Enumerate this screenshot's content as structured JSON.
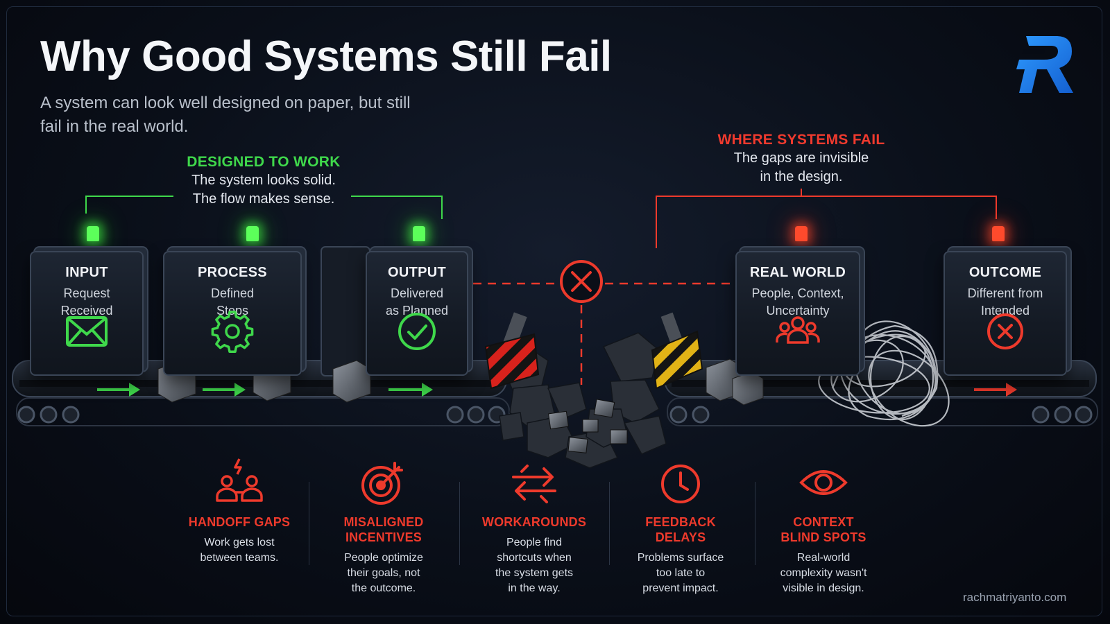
{
  "title": "Why Good Systems Still Fail",
  "subtitle": "A system can look well designed on paper, but still fail in the real world.",
  "callouts": {
    "designed": {
      "heading": "DESIGNED TO WORK",
      "line1": "The system looks solid.",
      "line2": "The flow makes sense."
    },
    "fail": {
      "heading": "WHERE SYSTEMS FAIL",
      "line1": "The gaps are invisible",
      "line2": "in the design."
    }
  },
  "nodes": {
    "input": {
      "heading": "INPUT",
      "line1": "Request",
      "line2": "Received",
      "icon": "envelope-icon",
      "status": "green"
    },
    "process": {
      "heading": "PROCESS",
      "line1": "Defined",
      "line2": "Steps",
      "icon": "gear-icon",
      "status": "green"
    },
    "output": {
      "heading": "OUTPUT",
      "line1": "Delivered",
      "line2": "as Planned",
      "icon": "check-circle-icon",
      "status": "green"
    },
    "real_world": {
      "heading": "REAL WORLD",
      "line1": "People, Context,",
      "line2": "Uncertainty",
      "icon": "people-icon",
      "status": "red"
    },
    "outcome": {
      "heading": "OUTCOME",
      "line1": "Different from",
      "line2": "Intended",
      "icon": "x-circle-icon",
      "status": "red"
    }
  },
  "factors": [
    {
      "heading1": "HANDOFF GAPS",
      "heading2": "",
      "desc1": "Work gets lost",
      "desc2": "between teams.",
      "desc3": "",
      "icon": "handoff-icon"
    },
    {
      "heading1": "MISALIGNED",
      "heading2": "INCENTIVES",
      "desc1": "People optimize",
      "desc2": "their goals, not",
      "desc3": "the outcome.",
      "icon": "target-icon"
    },
    {
      "heading1": "WORKAROUNDS",
      "heading2": "",
      "desc1": "People find",
      "desc2": "shortcuts when",
      "desc3": "the system gets",
      "desc4": "in the way.",
      "icon": "arrows-exchange-icon"
    },
    {
      "heading1": "FEEDBACK",
      "heading2": "DELAYS",
      "desc1": "Problems surface",
      "desc2": "too late to",
      "desc3": "prevent impact.",
      "icon": "clock-icon"
    },
    {
      "heading1": "CONTEXT",
      "heading2": "BLIND SPOTS",
      "desc1": "Real-world",
      "desc2": "complexity wasn't",
      "desc3": "visible in design.",
      "icon": "eye-icon"
    }
  ],
  "footer": "rachmatriyanto.com",
  "colors": {
    "green": "#3fd84b",
    "red": "#ee3a2c",
    "background": "#0a0f19",
    "logo_blue": "#1e86ff"
  }
}
